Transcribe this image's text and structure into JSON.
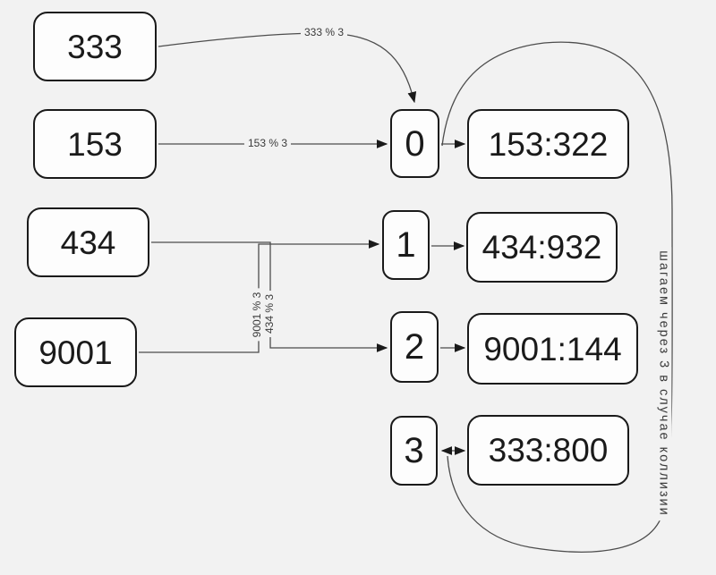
{
  "theme": {
    "background": "#f2f2f2",
    "box_fill": "#fdfdfd",
    "box_border": "#1a1a1a",
    "line": "#4d4d4d",
    "arrow": "#1a1a1a",
    "node_text": "#1a1a1a",
    "label_text": "#3a3a3a"
  },
  "nodes": {
    "keys": [
      "333",
      "153",
      "434",
      "9001"
    ],
    "buckets": [
      "0",
      "1",
      "2",
      "3"
    ],
    "pairs": [
      "153:322",
      "434:932",
      "9001:144",
      "333:800"
    ]
  },
  "labels": {
    "mod_333": "333 % 3",
    "mod_153": "153 % 3",
    "mod_9001": "9001 % 3",
    "mod_434": "434 % 3",
    "collision": "шагаем через 3 в случае коллизии"
  }
}
